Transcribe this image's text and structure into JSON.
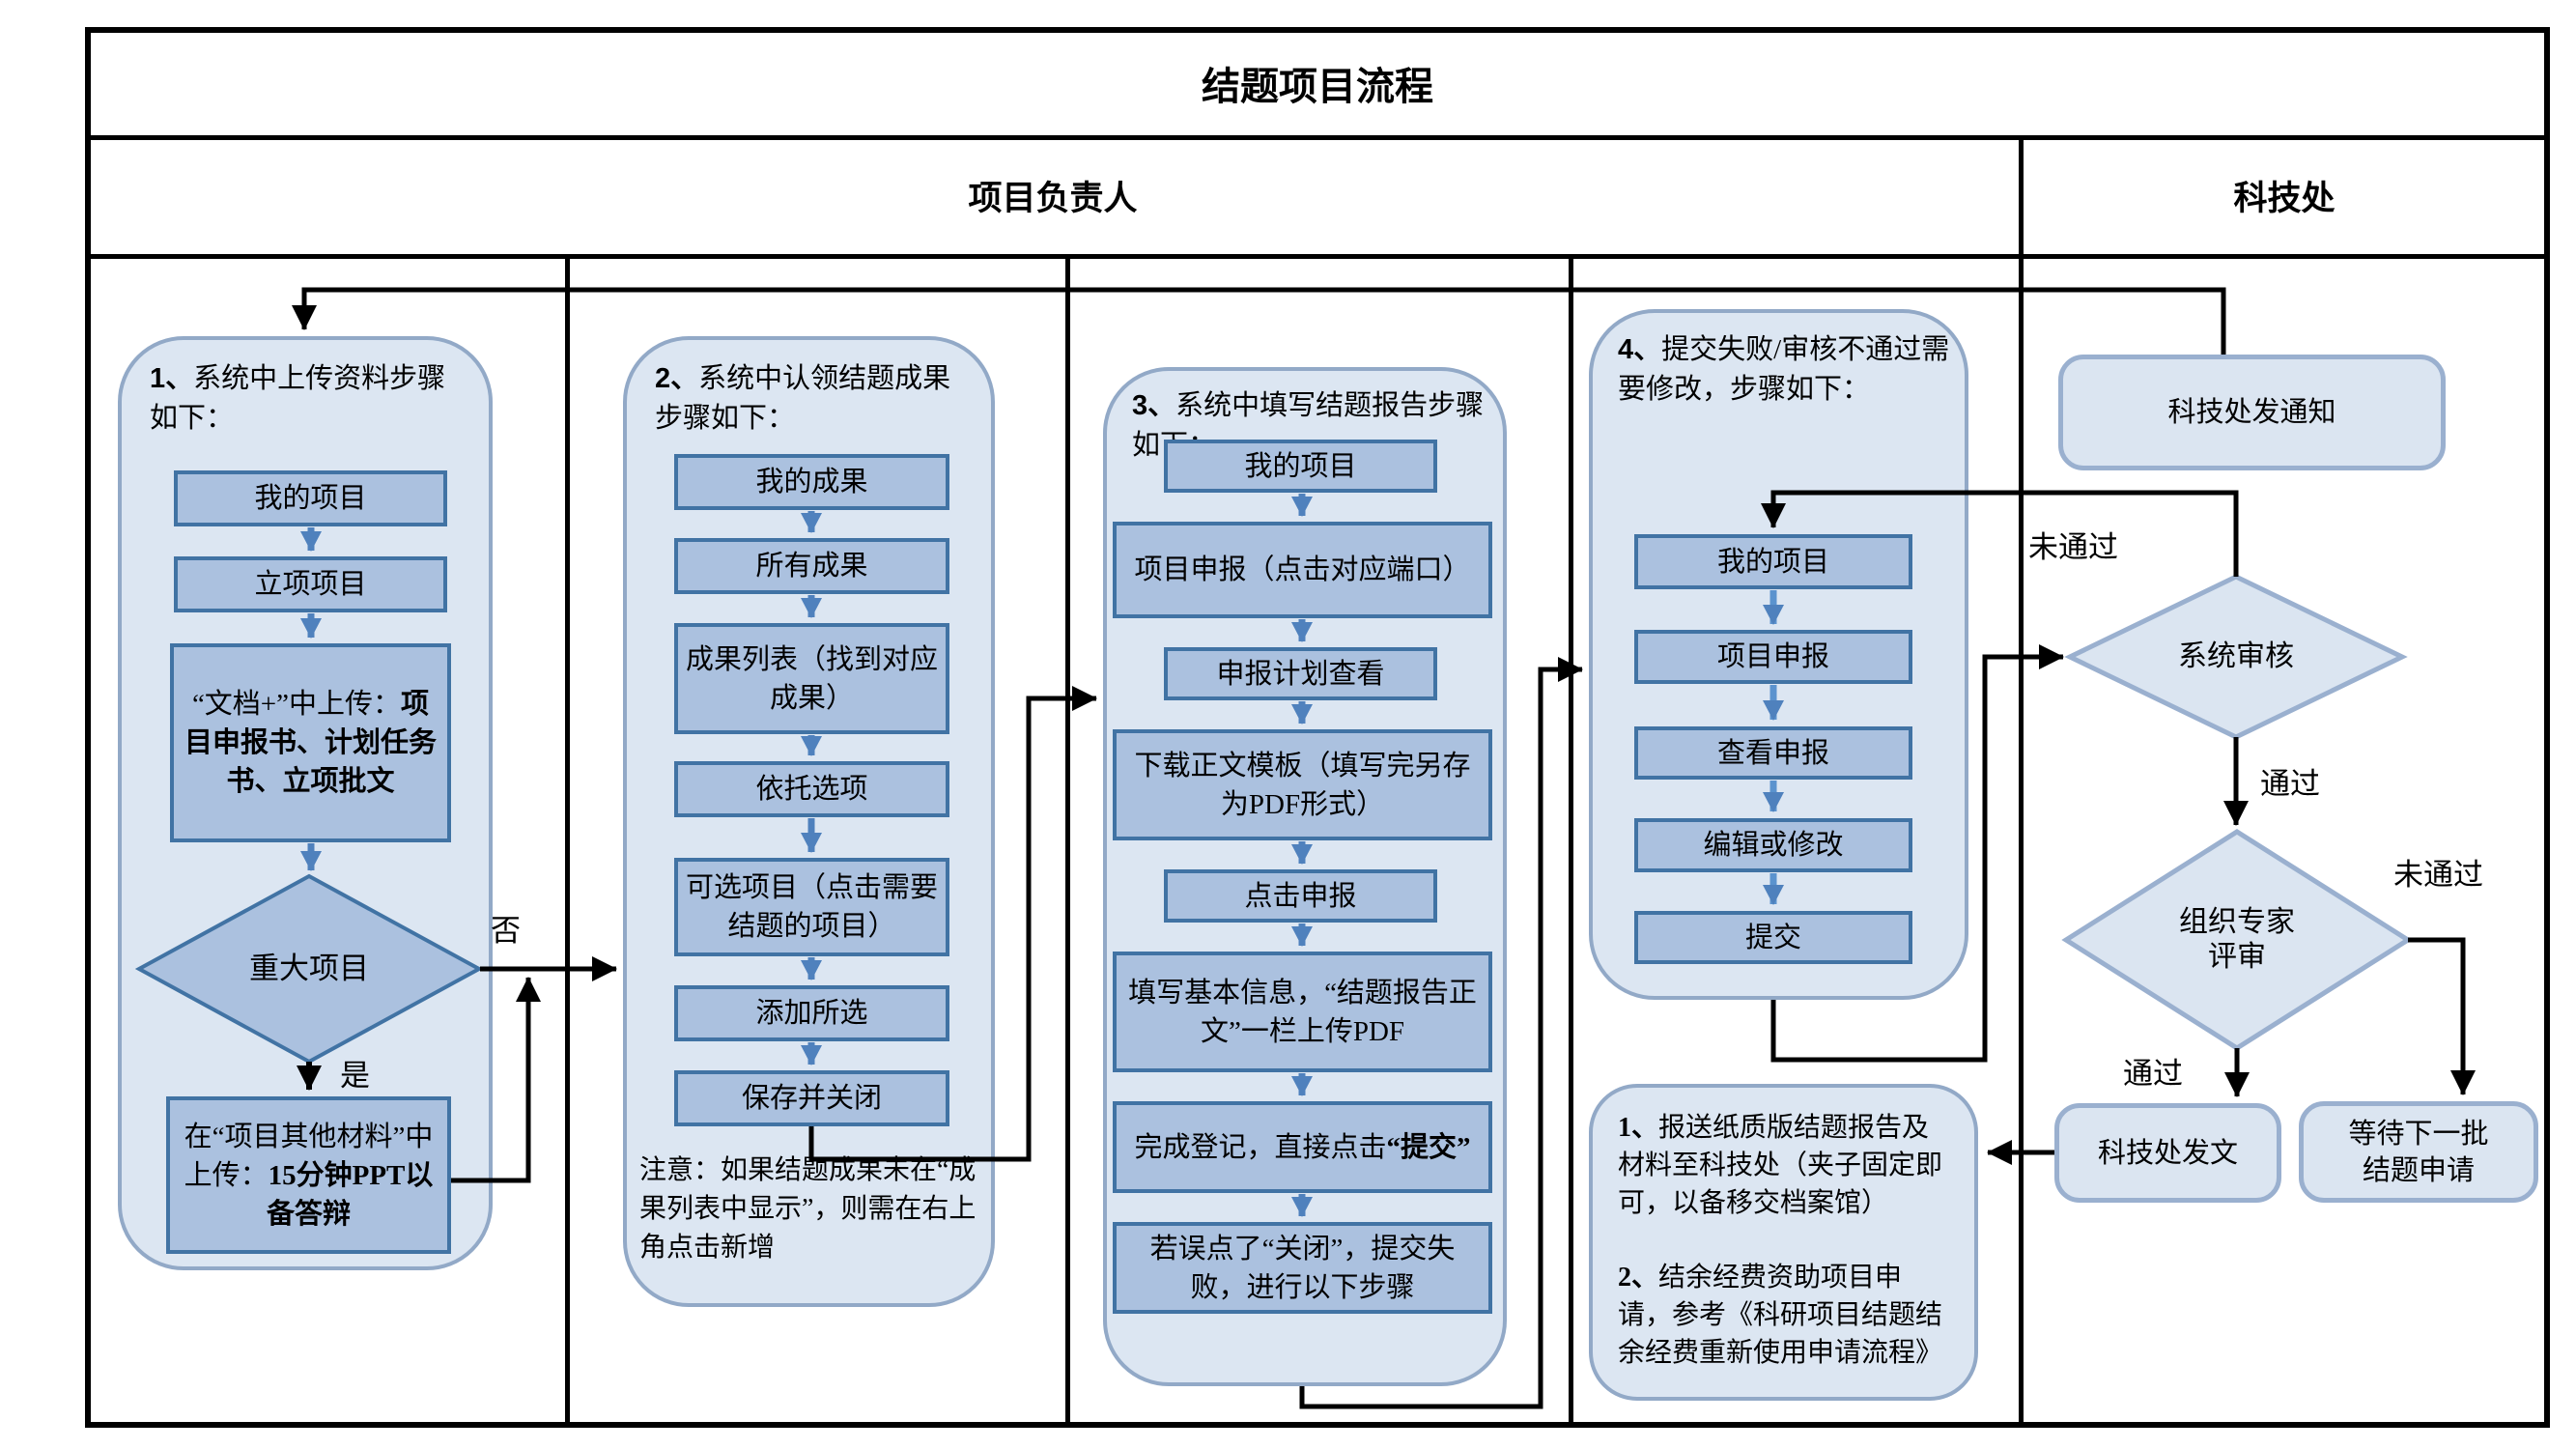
{
  "title": "结题项目流程",
  "lanes": {
    "left": "项目负责人",
    "right": "科技处"
  },
  "colors": {
    "container_fill": "#dce6f2",
    "container_border": "#92a9c7",
    "box_fill": "#abc1df",
    "box_border": "#4173a4",
    "right_fill": "#dbe5f1",
    "right_border": "#9ab0cf",
    "arrow_blue": "#4f81bd",
    "line_black": "#000000"
  },
  "c1": {
    "num": "1、",
    "title": "系统中上传资料步骤如下：",
    "steps": [
      "我的项目",
      "立项项目"
    ],
    "upload": {
      "pre": "“文档+”中上传：",
      "bold": "项目申报书、计划任务书、立项批文"
    },
    "decision": "重大项目",
    "yes_box": {
      "pre": "在“项目其他材料”中上传：",
      "bold": "15分钟PPT以备答辩"
    }
  },
  "c2": {
    "num": "2、",
    "title": "系统中认领结题成果步骤如下：",
    "steps": [
      "我的成果",
      "所有成果",
      "成果列表（找到对应成果）",
      "依托选项",
      "可选项目（点击需要结题的项目）",
      "添加所选",
      "保存并关闭"
    ],
    "note": "注意：如果结题成果未在“成果列表中显示”，则需在右上角点击新增"
  },
  "c3": {
    "num": "3、",
    "title": "系统中填写结题报告步骤如下：",
    "steps": [
      "我的项目",
      "项目申报（点击对应端口）",
      "申报计划查看",
      "下载正文模板（填写完另存为PDF形式）",
      "点击申报",
      "填写基本信息，“结题报告正文”一栏上传PDF"
    ],
    "submit": {
      "pre": "完成登记，直接点击",
      "bold": "“提交”"
    },
    "fail_step": "若误点了“关闭”，提交失败，进行以下步骤"
  },
  "c4": {
    "num": "4、",
    "title": "提交失败/审核不通过需要修改，步骤如下：",
    "steps": [
      "我的项目",
      "项目申报",
      "查看申报",
      "编辑或修改",
      "提交"
    ]
  },
  "right": {
    "notice": "科技处发通知",
    "review_system": "系统审核",
    "review_expert_l1": "组织专家",
    "review_expert_l2": "评审",
    "issue": "科技处发文",
    "wait_l1": "等待下一批",
    "wait_l2": "结题申请"
  },
  "notes": {
    "n1_num": "1、",
    "n1": "报送纸质版结题报告及材料至科技处（夹子固定即可，以备移交档案馆）",
    "n2_num": "2、",
    "n2": "结余经费资助项目申请，参考《科研项目结题结余经费重新使用申请流程》"
  },
  "labels": {
    "no": "否",
    "yes": "是",
    "fail1": "未通过",
    "pass1": "通过",
    "fail2": "未通过",
    "pass2": "通过"
  }
}
